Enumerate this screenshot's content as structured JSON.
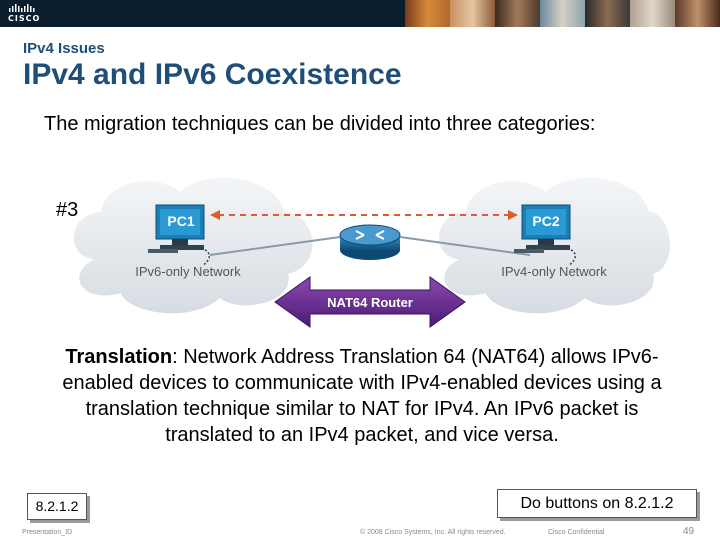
{
  "header": {
    "logo_text": "CISCO",
    "section_label": "IPv4 Issues",
    "title": "IPv4 and IPv6 Coexistence"
  },
  "body": {
    "intro": "The migration techniques can be divided into three categories:",
    "step_number": "#3",
    "description_term": "Translation",
    "description_text": ": Network Address Translation 64 (NAT64) allows IPv6-enabled devices to communicate with IPv4-enabled devices using a translation technique similar to NAT for IPv4. An IPv6 packet is translated to an IPv4 packet, and vice versa."
  },
  "diagram": {
    "pc1_label": "PC1",
    "pc2_label": "PC2",
    "network_left": "IPv6-only Network",
    "network_right": "IPv4-only Network",
    "router_label": "NAT64 Router",
    "colors": {
      "cloud": "#e8ecf0",
      "pc_screen": "#1b7fb5",
      "arrow": "#6a2c91",
      "dashed": "#e05a2a",
      "router": "#1a6fa0"
    }
  },
  "footer": {
    "ref_label": "8.2.1.2",
    "do_buttons": "Do buttons on 8.2.1.2",
    "presentation_id": "Presentation_ID",
    "copyright": "© 2008 Cisco Systems, Inc. All rights reserved.",
    "confidential": "Cisco Confidential",
    "page_number": "49"
  }
}
